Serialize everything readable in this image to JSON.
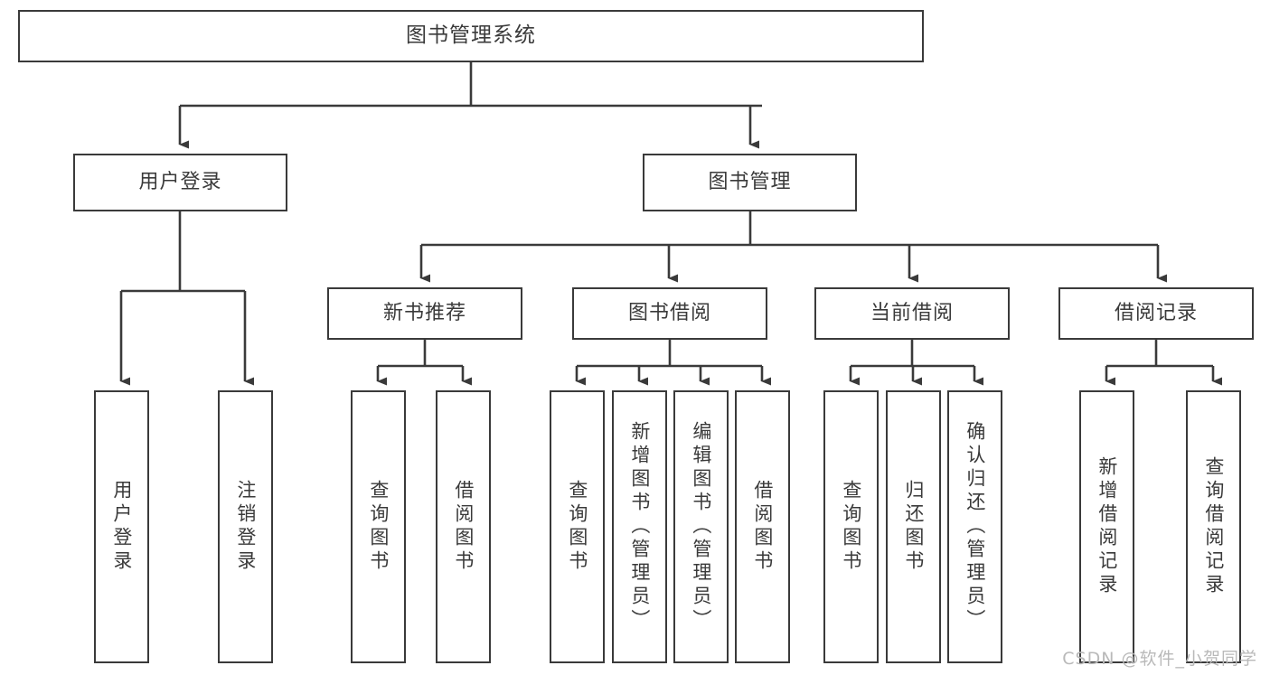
{
  "diagram": {
    "title": "图书管理系统",
    "type": "tree-hierarchy",
    "root": {
      "label": "图书管理系统"
    },
    "level2": [
      {
        "label": "用户登录"
      },
      {
        "label": "图书管理"
      }
    ],
    "level3": [
      {
        "label": "新书推荐"
      },
      {
        "label": "图书借阅"
      },
      {
        "label": "当前借阅"
      },
      {
        "label": "借阅记录"
      }
    ],
    "leaves": {
      "user_login": [
        {
          "label": "用户登录"
        },
        {
          "label": "注销登录"
        }
      ],
      "new_book_recommend": [
        {
          "label": "查询图书"
        },
        {
          "label": "借阅图书"
        }
      ],
      "book_borrow": [
        {
          "label": "查询图书"
        },
        {
          "label": "新增图书（管理员）"
        },
        {
          "label": "编辑图书（管理员）"
        },
        {
          "label": "借阅图书"
        }
      ],
      "current_borrow": [
        {
          "label": "查询图书"
        },
        {
          "label": "归还图书"
        },
        {
          "label": "确认归还（管理员）"
        }
      ],
      "borrow_record": [
        {
          "label": "新增借阅记录"
        },
        {
          "label": "查询借阅记录"
        }
      ]
    }
  },
  "watermark": {
    "text": "CSDN @软件_小贺同学"
  },
  "colors": {
    "stroke": "#3a3a3a",
    "text": "#3a3a3a",
    "background": "#ffffff",
    "watermark": "#b9b9b9"
  }
}
